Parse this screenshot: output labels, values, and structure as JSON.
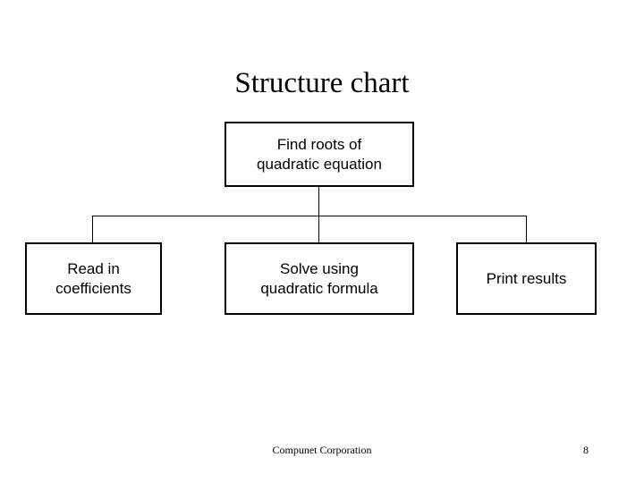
{
  "slide": {
    "title": "Structure chart",
    "background_color": "#ffffff",
    "text_color": "#000000",
    "border_color": "#000000"
  },
  "chart_data": {
    "type": "diagram",
    "diagram_kind": "structure-chart",
    "title": "Structure chart",
    "nodes": [
      {
        "id": "root",
        "label": "Find roots of\nquadratic equation",
        "level": 0
      },
      {
        "id": "read",
        "label": "Read in\ncoefficients",
        "level": 1
      },
      {
        "id": "solve",
        "label": "Solve using\nquadratic formula",
        "level": 1
      },
      {
        "id": "print",
        "label": "Print results",
        "level": 1
      }
    ],
    "edges": [
      {
        "from": "root",
        "to": "read"
      },
      {
        "from": "root",
        "to": "solve"
      },
      {
        "from": "root",
        "to": "print"
      }
    ]
  },
  "footer": {
    "organization": "Compunet Corporation",
    "page_number": "8"
  }
}
